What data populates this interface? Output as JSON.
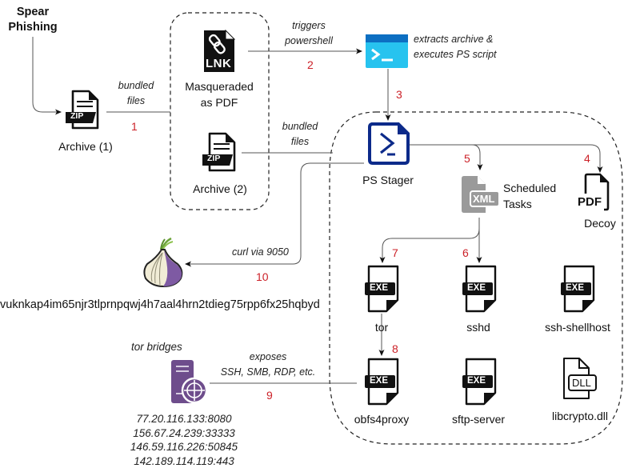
{
  "title": "Attack chain diagram",
  "colors": {
    "step_number": "#cc2128",
    "edge": "#555555",
    "powershell_dark": "#0c2a8a",
    "terminal_blue": "#27c3ef",
    "terminal_bar": "#0d6fc2",
    "xml_gray": "#9a9a9a",
    "tor_purple": "#6e4d8c"
  },
  "nodes": {
    "spear_phishing": "Spear Phishing",
    "archive1": {
      "label": "Archive (1)",
      "icon_text": "ZIP"
    },
    "lnk": {
      "label_line1": "Masqueraded",
      "label_line2": "as PDF",
      "icon_text": "LNK"
    },
    "archive2": {
      "label": "Archive (2)",
      "icon_text": "ZIP"
    },
    "terminal": {
      "desc_line1": "extracts archive &",
      "desc_line2": "executes PS script"
    },
    "ps_stager": {
      "label": "PS Stager"
    },
    "scheduled_tasks": {
      "label_line1": "Scheduled",
      "label_line2": "Tasks",
      "icon_text": "XML"
    },
    "decoy": {
      "label": "Decoy",
      "icon_text": "PDF"
    },
    "tor_exe": {
      "label": "tor",
      "icon_text": "EXE"
    },
    "sshd": {
      "label": "sshd",
      "icon_text": "EXE"
    },
    "ssh_shellhost": {
      "label": "ssh-shellhost",
      "icon_text": "EXE"
    },
    "obfs4proxy": {
      "label": "obfs4proxy",
      "icon_text": "EXE"
    },
    "sftp_server": {
      "label": "sftp-server",
      "icon_text": "EXE"
    },
    "libcrypto": {
      "label": "libcrypto.dll",
      "icon_text": "DLL"
    },
    "onion": {
      "address": "vuknkap4im65njr3tlprnpqwj4h7aal4hrn2tdieg75rpp6fx25hqbyd"
    },
    "tor_bridges": {
      "title": "tor bridges",
      "addresses": [
        "77.20.116.133:8080",
        "156.67.24.239:33333",
        "146.59.116.226:50845",
        "142.189.114.119:443"
      ]
    }
  },
  "edges": {
    "e1": {
      "step": "1",
      "label_line1": "bundled",
      "label_line2": "files"
    },
    "e2": {
      "step": "2",
      "label_line1": "triggers",
      "label_line2": "powershell"
    },
    "e3": {
      "step": "3"
    },
    "e_bundled2": {
      "label_line1": "bundled",
      "label_line2": "files"
    },
    "e4": {
      "step": "4"
    },
    "e5": {
      "step": "5"
    },
    "e6": {
      "step": "6"
    },
    "e7": {
      "step": "7"
    },
    "e8": {
      "step": "8"
    },
    "e9": {
      "step": "9",
      "label_line1": "exposes",
      "label_line2": "SSH, SMB, RDP, etc."
    },
    "e10": {
      "step": "10",
      "label": "curl via 9050"
    }
  }
}
